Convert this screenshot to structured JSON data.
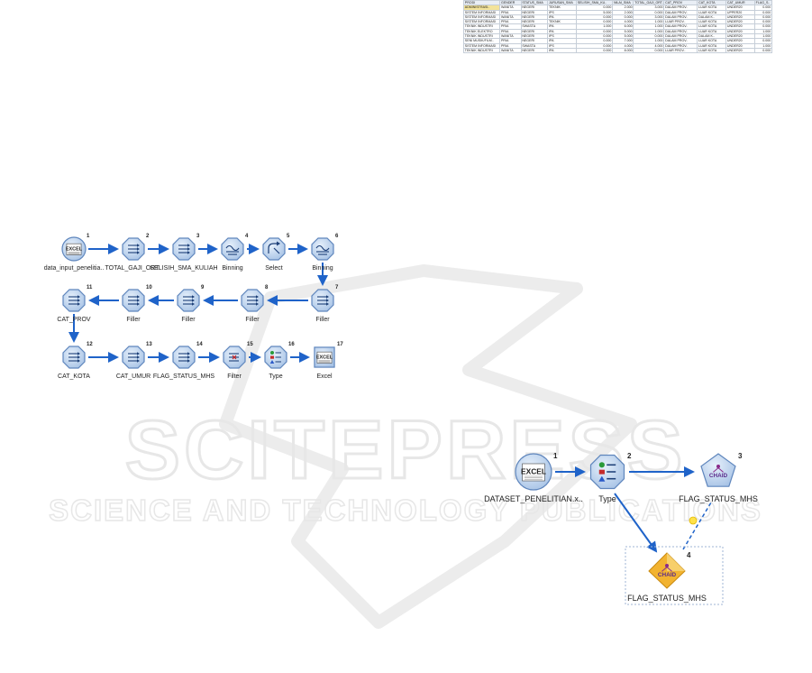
{
  "watermark": {
    "title": "SCITEPRESS",
    "subtitle": "SCIENCE AND TECHNOLOGY PUBLICATIONS"
  },
  "table": {
    "headers": [
      "PRODI",
      "GENDER",
      "STATUS_SMA",
      "JURUSAN_SMA",
      "SELISIH_SMA_KU..",
      "NILAI_SMA",
      "TOTAL_GAJI_ORT..",
      "CAT_PROV",
      "CAT_KOTA",
      "CAT_UMUR",
      "FLAG_S.."
    ],
    "rows": [
      [
        "ADMINISTRASI..",
        "WANITA",
        "NEGERI",
        "TEKNIK",
        "0.000",
        "2.000",
        "3.000",
        "DALAM PROV..",
        "LUAR KOTA",
        "UNDER20",
        "0.000"
      ],
      [
        "SISTEM INFORMASI",
        "PRIA",
        "NEGERI",
        "IPS",
        "5.000",
        "2.000",
        "0.000",
        "DALAM PROV..",
        "LUAR KOTA",
        "UPPER20",
        "0.000"
      ],
      [
        "SISTEM INFORMASI",
        "WANITA",
        "NEGERI",
        "IPA",
        "0.000",
        "0.000",
        "3.000",
        "DALAM PROV..",
        "DALAM K..",
        "UNDER20",
        "0.000"
      ],
      [
        "SISTEM INFORMASI",
        "PRIA",
        "NEGERI",
        "TEKNIK",
        "0.000",
        "4.000",
        "1.000",
        "LUAR PROV..",
        "LUAR KOTA",
        "UNDER20",
        "0.000"
      ],
      [
        "TEKNIK INDUSTRI",
        "PRIA",
        "SWASTA",
        "IPA",
        "1.000",
        "6.000",
        "1.000",
        "DALAM PROV..",
        "LUAR KOTA",
        "UNDER20",
        "0.000"
      ],
      [
        "TEKNIK ELEKTRO",
        "PRIA",
        "NEGERI",
        "IPA",
        "0.000",
        "5.000",
        "1.000",
        "DALAM PROV..",
        "LUAR KOTA",
        "UNDER20",
        "1.000"
      ],
      [
        "TEKNIK INDUSTRI",
        "WANITA",
        "NEGERI",
        "IPS",
        "0.000",
        "5.000",
        "0.000",
        "DALAM PROV..",
        "DALAM K..",
        "UNDER20",
        "1.000"
      ],
      [
        "SENI MUSIK/FILM..",
        "PRIA",
        "NEGERI",
        "IPA",
        "0.000",
        "7.000",
        "1.000",
        "DALAM PROV..",
        "LUAR KOTA",
        "UNDER20",
        "0.000"
      ],
      [
        "SISTEM INFORMASI",
        "PRIA",
        "SWASTA",
        "IPS",
        "0.000",
        "4.000",
        "4.000",
        "DALAM PROV..",
        "LUAR KOTA",
        "UNDER20",
        "1.000"
      ],
      [
        "TEKNIK INDUSTRI",
        "WANITA",
        "NEGERI",
        "IPA",
        "0.000",
        "8.000",
        "0.000",
        "LUAR PROV..",
        "LUAR KOTA",
        "UNDER20",
        "0.000"
      ]
    ]
  },
  "stream1": {
    "nodes": [
      {
        "num": "1",
        "label": "data_input_penelitia..",
        "type": "excel"
      },
      {
        "num": "2",
        "label": "TOTAL_GAJI_ORT..",
        "type": "derive"
      },
      {
        "num": "3",
        "label": "SELISIH_SMA_KULIAH",
        "type": "derive"
      },
      {
        "num": "4",
        "label": "Binning",
        "type": "binning"
      },
      {
        "num": "5",
        "label": "Select",
        "type": "select"
      },
      {
        "num": "6",
        "label": "Binning",
        "type": "binning"
      },
      {
        "num": "7",
        "label": "Filler",
        "type": "derive"
      },
      {
        "num": "8",
        "label": "Filler",
        "type": "derive"
      },
      {
        "num": "9",
        "label": "Filler",
        "type": "derive"
      },
      {
        "num": "10",
        "label": "Filler",
        "type": "derive"
      },
      {
        "num": "11",
        "label": "CAT_PROV",
        "type": "derive"
      },
      {
        "num": "12",
        "label": "CAT_KOTA",
        "type": "derive"
      },
      {
        "num": "13",
        "label": "CAT_UMUR",
        "type": "derive"
      },
      {
        "num": "14",
        "label": "FLAG_STATUS_MHS",
        "type": "derive"
      },
      {
        "num": "15",
        "label": "Filter",
        "type": "filter"
      },
      {
        "num": "16",
        "label": "Type",
        "type": "type"
      },
      {
        "num": "17",
        "label": "Excel",
        "type": "excel-out"
      }
    ]
  },
  "stream2": {
    "nodes": [
      {
        "num": "1",
        "label": "DATASET_PENELITIAN.x..",
        "type": "excel"
      },
      {
        "num": "2",
        "label": "Type",
        "type": "type"
      },
      {
        "num": "3",
        "label": "FLAG_STATUS_MHS",
        "type": "chaid"
      },
      {
        "num": "4",
        "label": "FLAG_STATUS_MHS",
        "type": "chaid-model"
      }
    ],
    "icon_text": {
      "excel": "EXCEL",
      "chaid": "CHAID"
    }
  },
  "colors": {
    "node_fill": "#a9c4e6",
    "node_stroke": "#5f86bd",
    "arrow": "#1f63c9",
    "watermark": "#e9e9e9",
    "model": "#f2b330"
  }
}
